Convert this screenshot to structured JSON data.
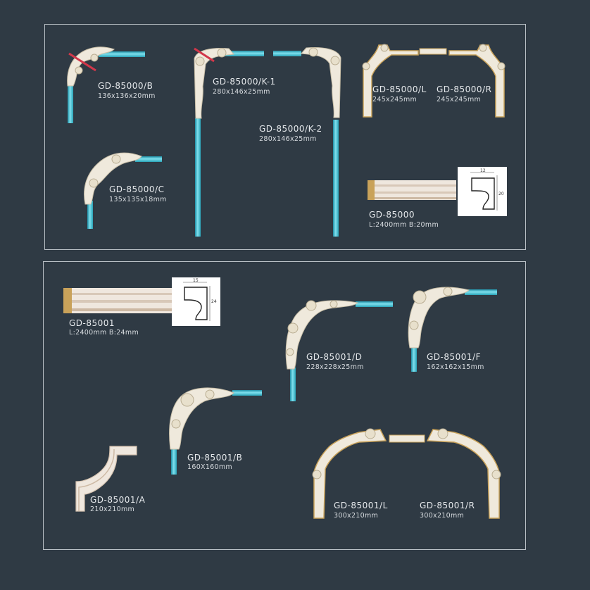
{
  "colors": {
    "background": "#2f3a44",
    "panel_border": "#b9c0c6",
    "rail": "#4ec9dc",
    "ornament": "#efe9dc",
    "gold": "#c9a25a"
  },
  "panel1": {
    "items": [
      {
        "code": "GD-85000/B",
        "size": "136x136x20mm"
      },
      {
        "code": "GD-85000/K-1",
        "size": "280x146x25mm"
      },
      {
        "code": "GD-85000/K-2",
        "size": "280x146x25mm"
      },
      {
        "code": "GD-85000/L",
        "size": "245x245mm"
      },
      {
        "code": "GD-85000/R",
        "size": "245x245mm"
      },
      {
        "code": "GD-85000/C",
        "size": "135x135x18mm"
      },
      {
        "code": "GD-85000",
        "size": "L:2400mm   B:20mm",
        "profile_w": "12",
        "profile_h": "20"
      }
    ]
  },
  "panel2": {
    "items": [
      {
        "code": "GD-85001",
        "size": "L:2400mm   B:24mm",
        "profile_w": "15",
        "profile_h": "24"
      },
      {
        "code": "GD-85001/D",
        "size": "228x228x25mm"
      },
      {
        "code": "GD-85001/F",
        "size": "162x162x15mm"
      },
      {
        "code": "GD-85001/B",
        "size": "160X160mm"
      },
      {
        "code": "GD-85001/A",
        "size": "210x210mm"
      },
      {
        "code": "GD-85001/L",
        "size": "300x210mm"
      },
      {
        "code": "GD-85001/R",
        "size": "300x210mm"
      }
    ]
  }
}
